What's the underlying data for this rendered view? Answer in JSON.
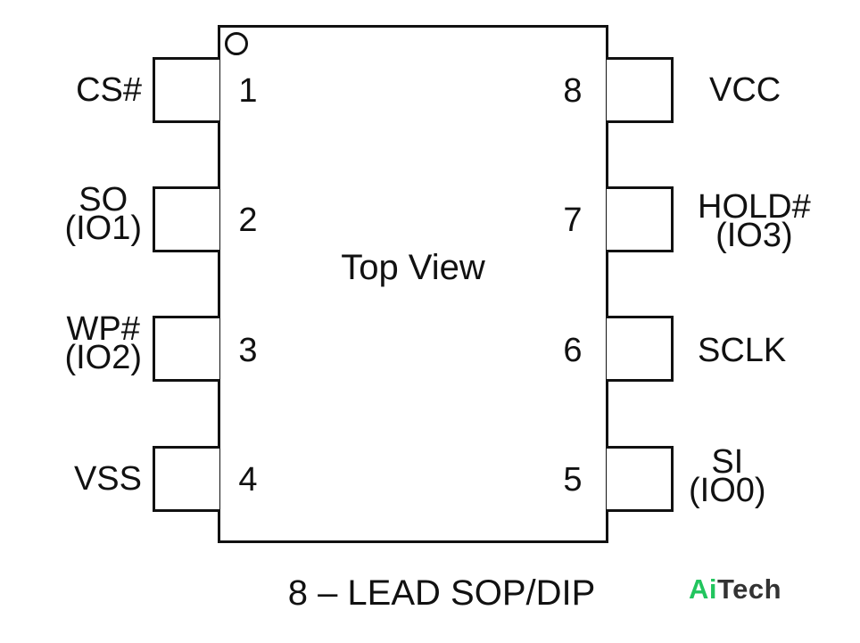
{
  "package": {
    "center_label": "Top View",
    "caption": "8 – LEAD SOP/DIP",
    "watermark_ai": "Ai",
    "watermark_tech": "Tech"
  },
  "pins": {
    "p1": {
      "number": "1",
      "line1": "CS#",
      "line2": ""
    },
    "p2": {
      "number": "2",
      "line1": "SO",
      "line2": "(IO1)"
    },
    "p3": {
      "number": "3",
      "line1": "WP#",
      "line2": "(IO2)"
    },
    "p4": {
      "number": "4",
      "line1": "VSS",
      "line2": ""
    },
    "p5": {
      "number": "5",
      "line1": "SI",
      "line2": "(IO0)"
    },
    "p6": {
      "number": "6",
      "line1": "SCLK",
      "line2": ""
    },
    "p7": {
      "number": "7",
      "line1": "HOLD#",
      "line2": "(IO3)"
    },
    "p8": {
      "number": "8",
      "line1": "VCC",
      "line2": ""
    }
  }
}
